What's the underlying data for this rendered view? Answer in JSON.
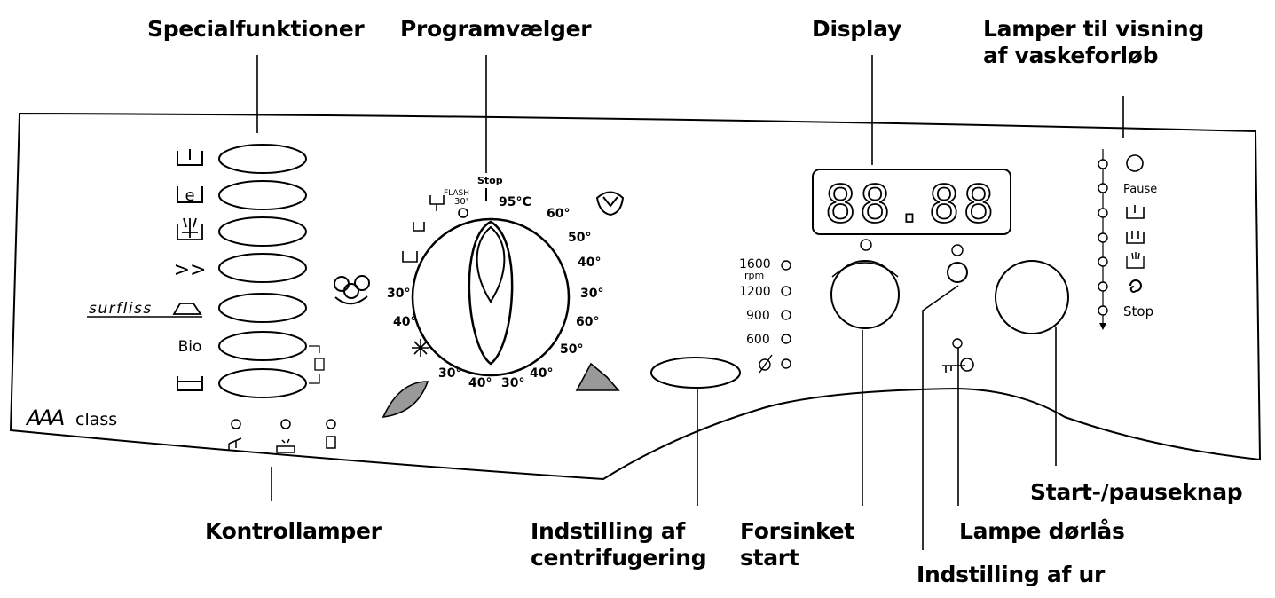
{
  "callouts": {
    "specialfunktioner": "Specialfunktioner",
    "programvaelger": "Programvælger",
    "display": "Display",
    "lamper": "Lamper til visning\naf vaskeforløb",
    "kontrollamper": "Kontrollamper",
    "indstilling_centrifugering": "Indstilling af\ncentrifugering",
    "forsinket_start": "Forsinket\nstart",
    "lampe_dorlas": "Lampe dørlås",
    "start_pauseknap": "Start-/pauseknap",
    "indstilling_ur": "Indstilling af ur"
  },
  "special_buttons": [
    {
      "symbol": "prewash-icon",
      "label": ""
    },
    {
      "symbol": "eco-icon",
      "label": "e"
    },
    {
      "symbol": "extra-rinse-icon",
      "label": ""
    },
    {
      "symbol": "fast-icon",
      "label": ">>"
    },
    {
      "symbol": "easy-iron-icon",
      "label": "surfliss"
    },
    {
      "symbol": "bio-icon",
      "label": "Bio"
    },
    {
      "symbol": "drain-icon",
      "label": ""
    }
  ],
  "brand": {
    "aaa": "AAA",
    "class": "class"
  },
  "dial": {
    "stop": "Stop",
    "flash_line1": "FLASH",
    "flash_line2": "30'",
    "temps": [
      "95°C",
      "60°",
      "50°",
      "40°",
      "30°",
      "60°",
      "50°",
      "40°",
      "30°",
      "40°",
      "30°",
      "30°",
      "40°"
    ]
  },
  "display": {
    "digits": "88.88"
  },
  "spin_speeds": {
    "rpm1600": "1600",
    "rpm_unit": "rpm",
    "rpm1200": "1200",
    "rpm900": "900",
    "rpm600": "600"
  },
  "progress_lamps": {
    "pause": "Pause",
    "stop": "Stop"
  }
}
